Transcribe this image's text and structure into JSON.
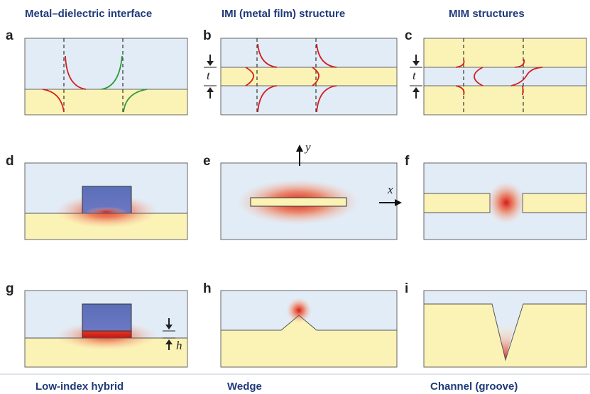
{
  "headers": {
    "col1": "Metal–dielectric interface",
    "col2": "IMI (metal film) structure",
    "col3": "MIM structures"
  },
  "footers": {
    "col1": "Low-index hybrid",
    "col2": "Wedge",
    "col3": "Channel (groove)"
  },
  "panel_labels": [
    "a",
    "b",
    "c",
    "d",
    "e",
    "f",
    "g",
    "h",
    "i"
  ],
  "symbols": {
    "t": "t",
    "y": "y",
    "x": "x",
    "h": "h"
  },
  "colors": {
    "dielectric": "#e2ecf6",
    "metal": "#fbf3b6",
    "high_index": "#5a6fb8",
    "field_red": "#d41e1e",
    "field_green": "#2f9a3a",
    "header_text": "#1f3a7a"
  }
}
